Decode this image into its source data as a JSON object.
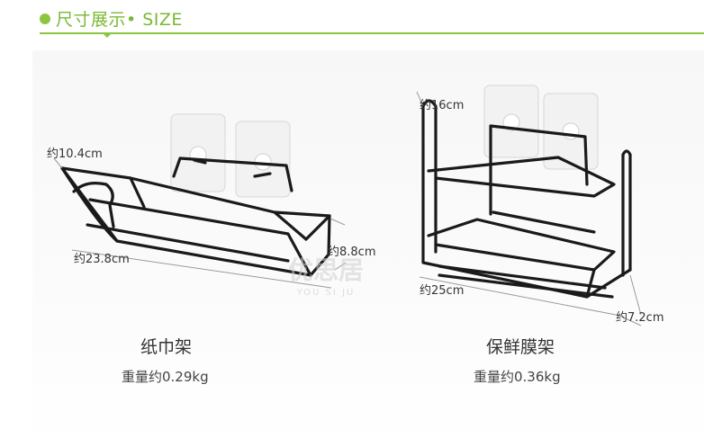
{
  "header": {
    "title": "尺寸展示• SIZE"
  },
  "watermark": {
    "brand": "优思居",
    "latin": "YOU SI JU"
  },
  "colors": {
    "accent": "#8cc63f",
    "wire": "#1a1a1a"
  },
  "products": [
    {
      "name": "纸巾架",
      "weight": "重量约0.29kg",
      "dims": {
        "height": "约10.4cm",
        "length": "约23.8cm",
        "depth": "约8.8cm"
      }
    },
    {
      "name": "保鲜膜架",
      "weight": "重量约0.36kg",
      "dims": {
        "height": "约16cm",
        "length": "约25cm",
        "depth": "约7.2cm"
      }
    }
  ]
}
